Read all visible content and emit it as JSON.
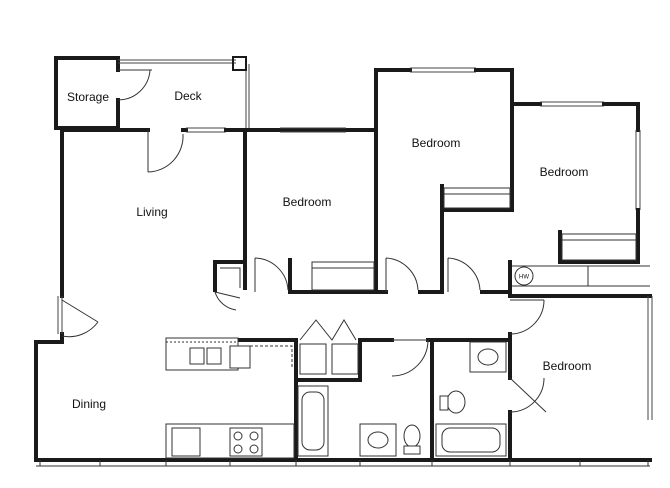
{
  "floorplan": {
    "rooms": [
      {
        "id": "storage",
        "label": "Storage"
      },
      {
        "id": "deck",
        "label": "Deck"
      },
      {
        "id": "living",
        "label": "Living"
      },
      {
        "id": "bedroom_1",
        "label": "Bedroom"
      },
      {
        "id": "bedroom_2",
        "label": "Bedroom"
      },
      {
        "id": "bedroom_3",
        "label": "Bedroom"
      },
      {
        "id": "bedroom_4",
        "label": "Bedroom"
      },
      {
        "id": "dining",
        "label": "Dining"
      }
    ],
    "appliance_labels": {
      "water_heater": "HW"
    }
  }
}
